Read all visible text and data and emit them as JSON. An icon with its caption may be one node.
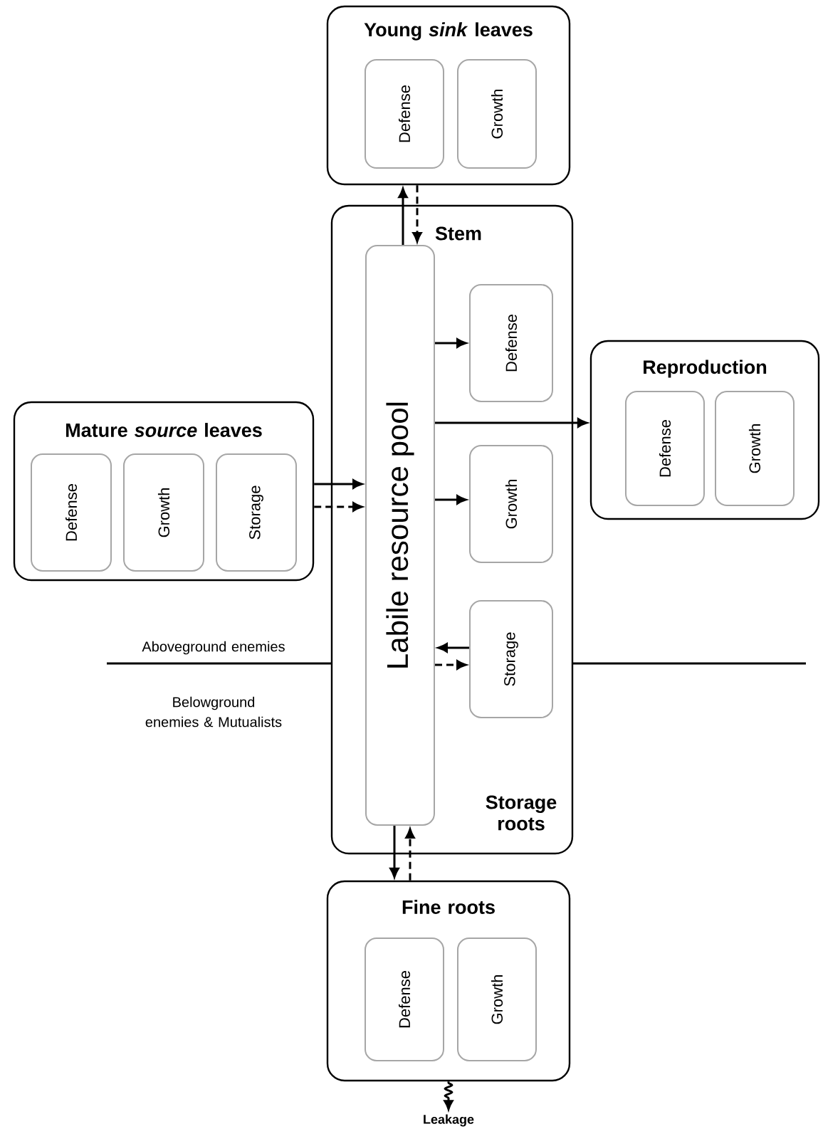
{
  "diagram": {
    "nodes": [
      {
        "text": [
          "Young *sink* leaves"
        ]
      },
      {
        "text": [
          "Defense"
        ],
        "in": 0
      },
      {
        "text": [
          "Growth"
        ],
        "in": 0
      },
      {
        "text": [
          "Stem",
          "Storage roots"
        ]
      },
      {
        "text": [
          "Labile resource pool"
        ],
        "in": 3
      },
      {
        "text": [
          "Defense"
        ],
        "in": 3
      },
      {
        "text": [
          "Growth"
        ],
        "in": 3
      },
      {
        "text": [
          "Storage"
        ],
        "in": 3
      },
      {
        "text": [
          "Reproduction"
        ]
      },
      {
        "text": [
          "Defense"
        ],
        "in": 8
      },
      {
        "text": [
          "Growth"
        ],
        "in": 8
      },
      {
        "text": [
          "Mature *source* leaves"
        ]
      },
      {
        "text": [
          "Defense"
        ],
        "in": 11
      },
      {
        "text": [
          "Growth"
        ],
        "in": 11
      },
      {
        "text": [
          "Storage"
        ],
        "in": 11
      },
      {
        "text": [
          "Fine roots"
        ]
      },
      {
        "text": [
          "Defense"
        ],
        "in": 15
      },
      {
        "text": [
          "Growth"
        ],
        "in": 15
      },
      {
        "text": [
          "Leakage"
        ]
      }
    ],
    "edges": [
      {
        "from": 4,
        "to": 0,
        "arrow": "to"
      },
      {
        "from": 0,
        "to": 4,
        "arrow": "to",
        "style": "dashed"
      },
      {
        "from": 4,
        "to": 5,
        "arrow": "to"
      },
      {
        "from": 4,
        "to": 6,
        "arrow": "to"
      },
      {
        "from": 4,
        "to": 8,
        "arrow": "to"
      },
      {
        "from": 11,
        "to": 4,
        "arrow": "to"
      },
      {
        "from": 11,
        "to": 4,
        "arrow": "to",
        "style": "dashed"
      },
      {
        "from": 7,
        "to": 4,
        "arrow": "to"
      },
      {
        "from": 4,
        "to": 7,
        "arrow": "to",
        "style": "dashed"
      },
      {
        "from": 4,
        "to": 15,
        "arrow": "to"
      },
      {
        "from": 15,
        "to": 4,
        "arrow": "to",
        "style": "dashed"
      },
      {
        "from": 15,
        "to": 18,
        "arrow": "to"
      }
    ],
    "labels": [
      "Aboveground enemies",
      "Belowground enemies & Mutualists"
    ]
  }
}
